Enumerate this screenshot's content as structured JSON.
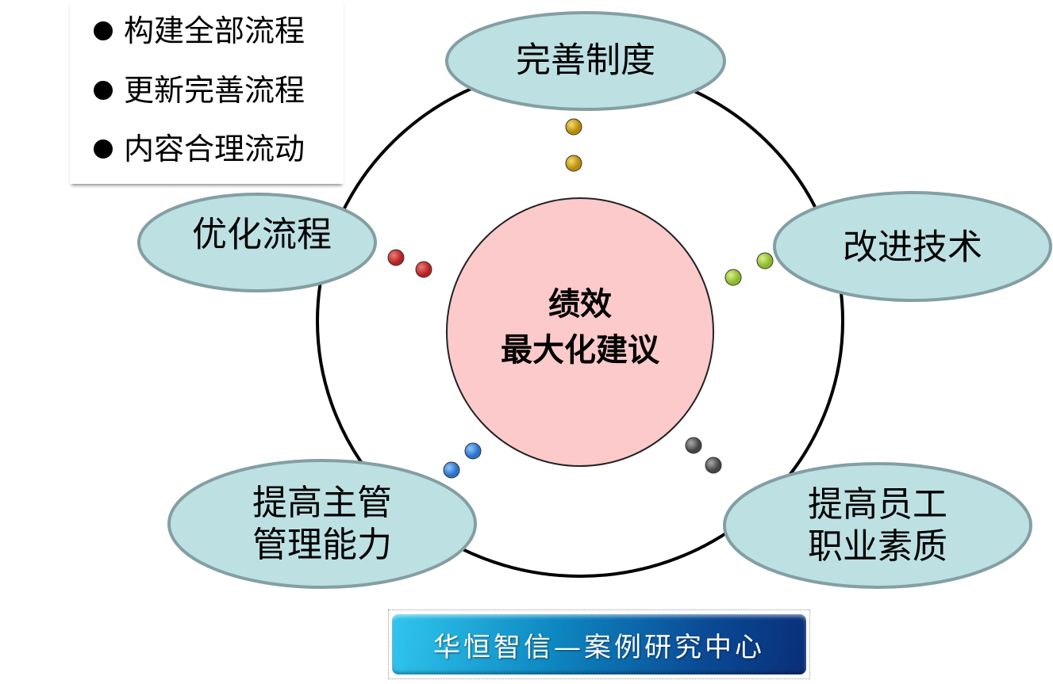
{
  "list": {
    "items": [
      "构建全部流程",
      "更新完善流程",
      "内容合理流动"
    ]
  },
  "center": {
    "line1": "绩效",
    "line2": "最大化建议"
  },
  "nodes": {
    "top": "完善制度",
    "left": "优化流程",
    "right": "改进技术",
    "bottom_left": [
      "提高主管",
      "管理能力"
    ],
    "bottom_right": [
      "提高员工",
      "职业素质"
    ]
  },
  "banner": {
    "text": "华恒智信—案例研究中心"
  },
  "colors": {
    "node_fill": "#bde0e3",
    "node_stroke": "#7fa3a8",
    "center_fill": "#fccaca",
    "dot_gold": "#d6a414",
    "dot_red": "#d33a3a",
    "dot_green": "#a6d13c",
    "dot_blue": "#3b8ee6",
    "dot_gray": "#6a6a6a"
  }
}
